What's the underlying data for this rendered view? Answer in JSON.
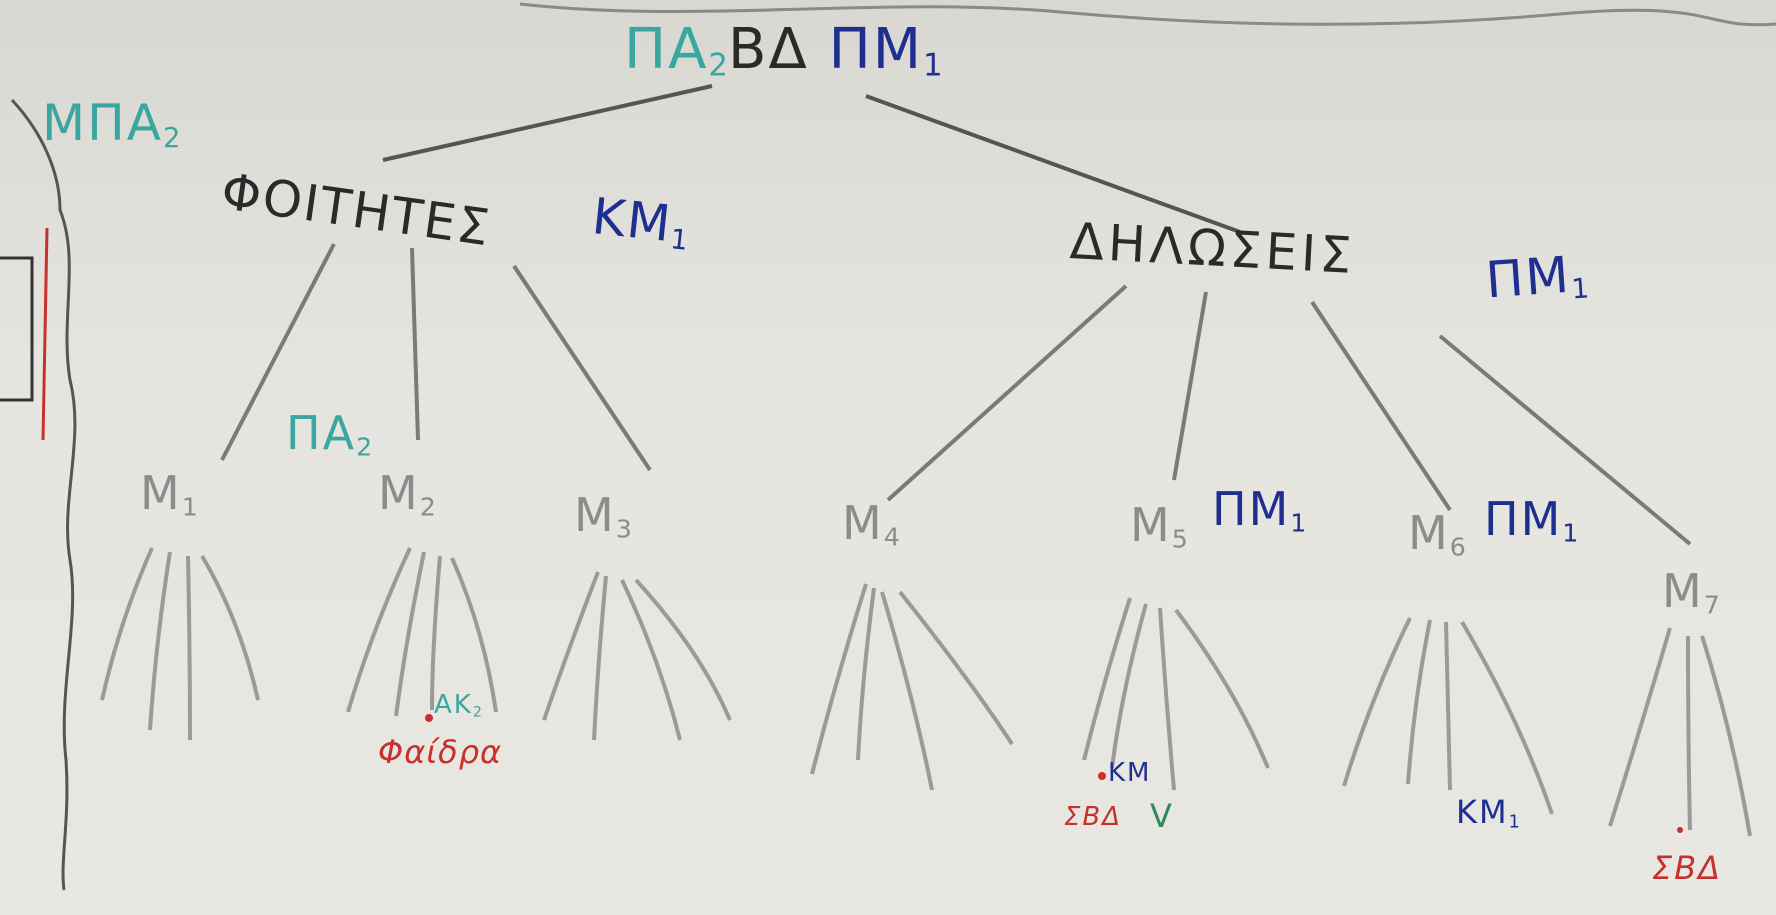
{
  "root": {
    "prefix": "ΠΑ",
    "prefix_sub": "2",
    "label": "ΒΔ",
    "tag": "ΠΜ",
    "tag_sub": "1"
  },
  "left_branch": {
    "prefix": "ΜΠΑ",
    "prefix_sub": "2",
    "label": "ΦΟΙΤΗΤΕΣ",
    "tag": "ΚΜ",
    "tag_sub": "1"
  },
  "right_branch": {
    "label": "ΔΗΛΩΣΕΙΣ",
    "tag": "ΠΜ",
    "tag_sub": "1"
  },
  "leaves": {
    "m1": {
      "label": "M",
      "sub": "1"
    },
    "m2": {
      "prefix": "ΠΑ",
      "prefix_sub": "2",
      "label": "M",
      "sub": "2",
      "note_top": "ΑΚ",
      "note_top_sub": "2",
      "note_bottom": "Φαίδρα"
    },
    "m3": {
      "label": "M",
      "sub": "3"
    },
    "m4": {
      "label": "M",
      "sub": "4"
    },
    "m5": {
      "label": "M",
      "sub": "5",
      "tag": "ΠΜ",
      "tag_sub": "1",
      "note_top": "ΚΜ",
      "note_bottom": "ΣΒΔ",
      "check": "V"
    },
    "m6": {
      "label": "M",
      "sub": "6",
      "tag": "ΠΜ",
      "tag_sub": "1",
      "note": "ΚΜ",
      "note_sub": "1"
    },
    "m7": {
      "label": "M",
      "sub": "7",
      "note": "ΣΒΔ"
    }
  },
  "colors": {
    "board": "#e6e4df",
    "line": "#6b6b6b",
    "leaf_line": "#9a9a9a",
    "teal": "#3aa6a0",
    "navy": "#1f2f8f",
    "black": "#2a2a2a",
    "red": "#c9302c",
    "green": "#2e8b57"
  }
}
